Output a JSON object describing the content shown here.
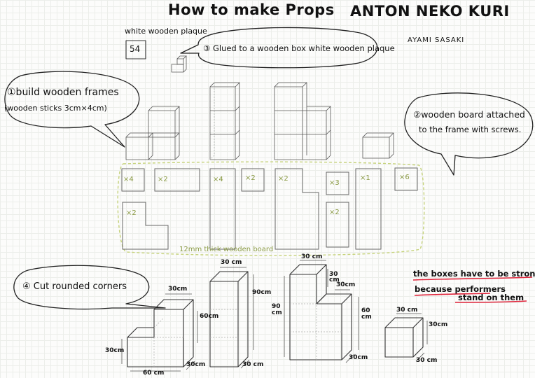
{
  "title": {
    "left": "How to make Props",
    "right": "ANTON NEKO KURI"
  },
  "author": "AYAMI SASAKI",
  "plaque": {
    "label": "white wooden plaque",
    "number": "54"
  },
  "steps": {
    "step1_line1": "①build wooden frames",
    "step1_line2": "(wooden sticks 3cm×4cm)",
    "step2_line1": "②wooden board attached",
    "step2_line2": "to the frame with screws.",
    "step3": "③ Glued to a wooden box white wooden plaque",
    "step4": "④ Cut rounded corners"
  },
  "boards": {
    "label": "12mm thick wooden board",
    "counts": [
      "×4",
      "×2",
      "×4",
      "×2",
      "×2",
      "×3",
      "×1",
      "×6",
      "×2",
      "×2"
    ]
  },
  "note": {
    "line1": "the boxes have to be strong,",
    "line2": "because performers",
    "line3": "stand on them",
    "underline_color": "#e0233a"
  },
  "dimensions": {
    "d30cm_top1": "30cm",
    "d60_side": "60cm",
    "d30cm_left": "30cm",
    "d60cm_bottom": "60 cm",
    "d30cm_depth1": "30cm",
    "d30cm_top2": "30 cm",
    "d90cm_2": "90cm",
    "d30cm_depth2": "30 cm",
    "d30cm_top3": "30 cm",
    "d30cm_step3": "30 cm",
    "d30cm_ledge3": "30cm",
    "d90cm_3": "90 cm",
    "d60cm_3": "60 cm",
    "d30cm_depth3": "30cm",
    "d30cm_top4": "30 cm",
    "d30cm_side4": "30cm",
    "d30cm_depth4": "30 cm"
  }
}
